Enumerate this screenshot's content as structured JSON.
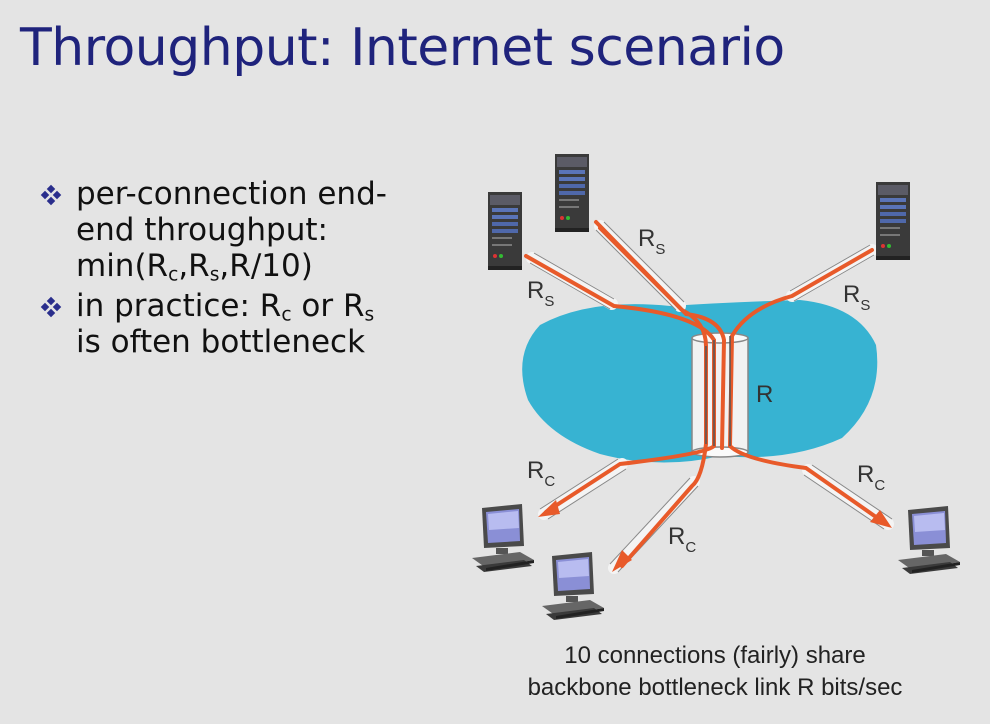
{
  "title": "Throughput: Internet scenario",
  "bullets": [
    {
      "line1": "per-connection end-",
      "line2": "end throughput:",
      "line3_prefix": "min(R",
      "sub_c": "c",
      "sep1": ",R",
      "sub_s": "s",
      "line3_suffix": ",R/10)"
    },
    {
      "line1_prefix": "in practice: R",
      "sub_c": "c",
      "mid": " or R",
      "sub_s": "s",
      "line2": "is often bottleneck"
    }
  ],
  "diagram": {
    "link_label": "R",
    "server_link": {
      "base": "R",
      "sub": "S"
    },
    "client_link": {
      "base": "R",
      "sub": "C"
    }
  },
  "caption": {
    "line1": "10 connections (fairly) share",
    "line2": "backbone bottleneck link R bits/sec"
  }
}
